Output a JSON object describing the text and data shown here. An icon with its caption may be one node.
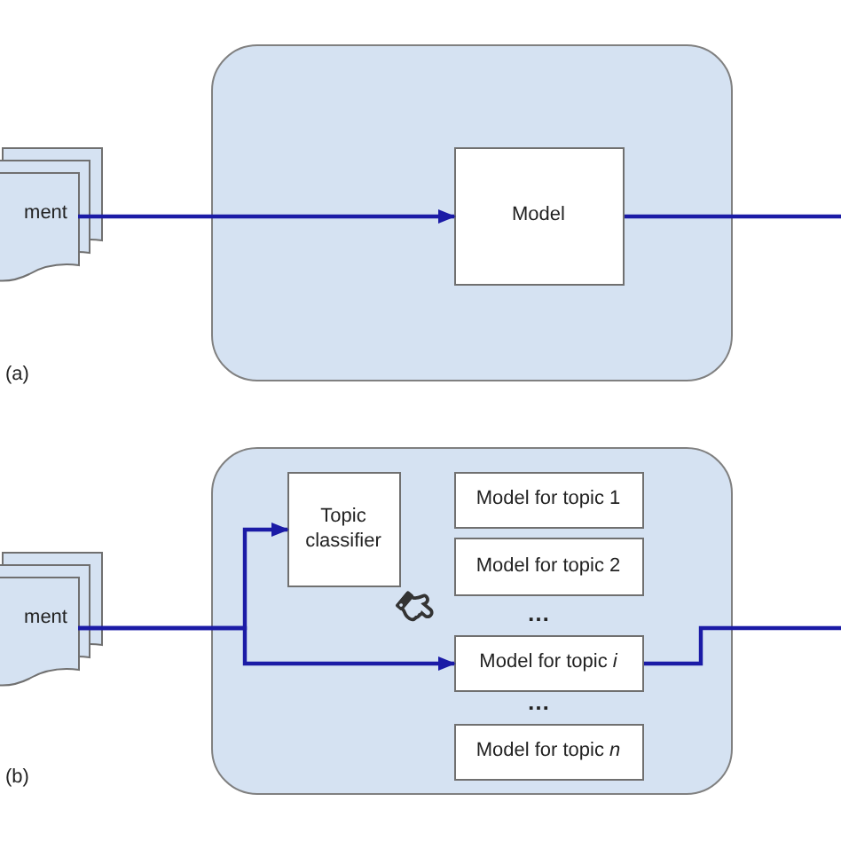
{
  "diagram": {
    "nodes": [
      {
        "text": [
          "ment"
        ]
      },
      {
        "text": [],
        "shape": "box"
      },
      {
        "text": [
          "Model"
        ],
        "in": 1
      },
      {
        "text": [
          "ment"
        ]
      },
      {
        "text": [],
        "shape": "box"
      },
      {
        "text": [
          "Topic classifier"
        ],
        "in": 4
      },
      {
        "text": [
          "Model for topic 1"
        ],
        "in": 4
      },
      {
        "text": [
          "Model for topic 2"
        ],
        "in": 4
      },
      {
        "text": [
          "Model for topic *i*"
        ],
        "in": 4
      },
      {
        "text": [
          "Model for topic *n*"
        ],
        "in": 4
      }
    ],
    "edges": [
      {
        "from": 0,
        "to": 2,
        "arrow": "to"
      },
      {
        "from": 2,
        "to": null,
        "arrow": "none"
      },
      {
        "from": 3,
        "to": 5,
        "arrow": "to"
      },
      {
        "from": 3,
        "to": 8,
        "arrow": "to"
      },
      {
        "from": 8,
        "to": null,
        "arrow": "none"
      }
    ],
    "labels": [
      "(a)",
      "…",
      "…",
      "(b)"
    ]
  }
}
